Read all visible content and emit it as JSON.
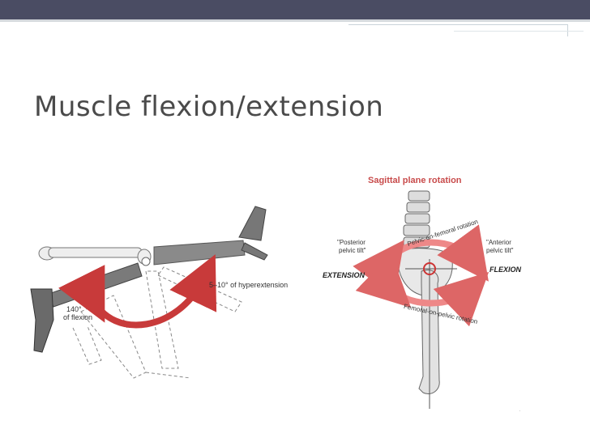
{
  "slide": {
    "title": "Muscle flexion/extension"
  },
  "left_figure": {
    "hyperextension_label": "5–10° of hyperextension",
    "flexion_value": "140°",
    "flexion_label": "of flexion"
  },
  "right_figure": {
    "title": "Sagittal plane rotation",
    "pelvis_on_femoral": "Pelvic-on-femoral rotation",
    "femoral_on_pelvic": "Femoral-on-pelvic rotation",
    "posterior_tilt": [
      "\"Posterior",
      "pelvic tilt\""
    ],
    "anterior_tilt": [
      "\"Anterior",
      "pelvic tilt\""
    ],
    "extension_label": "EXTENSION",
    "flexion_label": "FLEXION"
  },
  "colors": {
    "header_bar": "#4a4c63",
    "arrow_red": "#c83a3a",
    "bone_dark": "#6e6e6e",
    "bone_light": "#e6e6e6"
  }
}
